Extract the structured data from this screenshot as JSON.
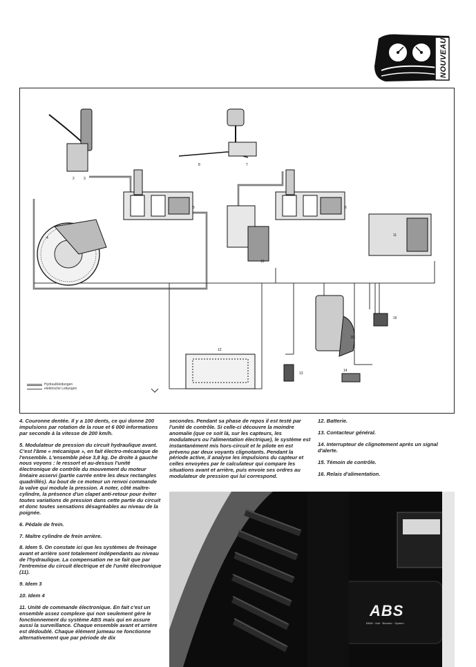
{
  "header": {
    "logo_text": "NOUVEAU"
  },
  "diagram": {
    "part_numbers": [
      "2",
      "3",
      "4",
      "5",
      "6",
      "7",
      "8",
      "10",
      "11",
      "12",
      "13",
      "14",
      "15",
      "16"
    ],
    "legend": {
      "hydraulic": "Hydraulikleitungen",
      "electric": "elektrische Leitungen"
    }
  },
  "columns": {
    "col1": [
      "4. Couronne dentée. Il y a 100 dents, ce qui donne 200 impulsions par rotation de la roue et 6 000 informations par seconde à la vitesse de 200 km/h.",
      "5. Modulateur de pression du circuit hydraulique avant. C'est l'âme « mécanique », en fait électro-mécanique de l'ensemble. L'ensemble pèse 3,8 kg. De droite à gauche nous voyons : le ressort et au-dessus l'unité électronique de contrôle du mouvement du moteur linéaire asservi (partie carrée entre les deux rectangles quadrillés). Au bout de ce moteur un renvoi commande la valve qui module la pression. A noter, côté maître-cylindre, la présence d'un clapet anti-retour pour éviter toutes variations de pression dans cette partie du circuit et donc toutes sensations désagréables au niveau de la poignée.",
      "6. Pédale de frein.",
      "7. Maître cylindre de frein arrière.",
      "8. Idem 5. On constate ici que les systèmes de freinage avant et arrière sont totalement indépendants au niveau de l'hydraulique. La compensation ne se fait que par l'entremise du circuit électrique et de l'unité électronique (11).",
      "9. Idem 3",
      "10. Idem 4",
      "11. Unité de commande électronique. En fait c'est un ensemble assez complexe qui non seulement gère le fonctionnement du système ABS mais qui en assure aussi la surveillance. Chaque ensemble avant et arrière est dédoublé. Chaque élément jumeau ne fonctionne alternativement que par période de dix"
    ],
    "col2": [
      "secondes. Pendant sa phase de repos il est testé par l'unité de contrôle. Si celle-ci découvre la moindre anomalie (que ce soit là, sur les capteurs, les modulateurs ou l'alimentation électrique), le système est instantanément mis hors-circuit et le pilote en est prévenu par deux voyants clignotants. Pendant la période active, il analyse les impulsions du capteur et celles envoyées par le calculateur qui compare les situations avant et arrière, puis envoie ses ordres au modulateur de pression qui lui correspond."
    ],
    "col3": [
      "12. Batterie.",
      "13. Contacteur général.",
      "14. Interrupteur de clignotement après un signal d'alerte.",
      "15. Témoin de contrôle.",
      "16. Relais d'alimentation."
    ]
  },
  "photo": {
    "badge": "ABS",
    "badge_sub": "BMW · Anti · Blockier · System"
  }
}
